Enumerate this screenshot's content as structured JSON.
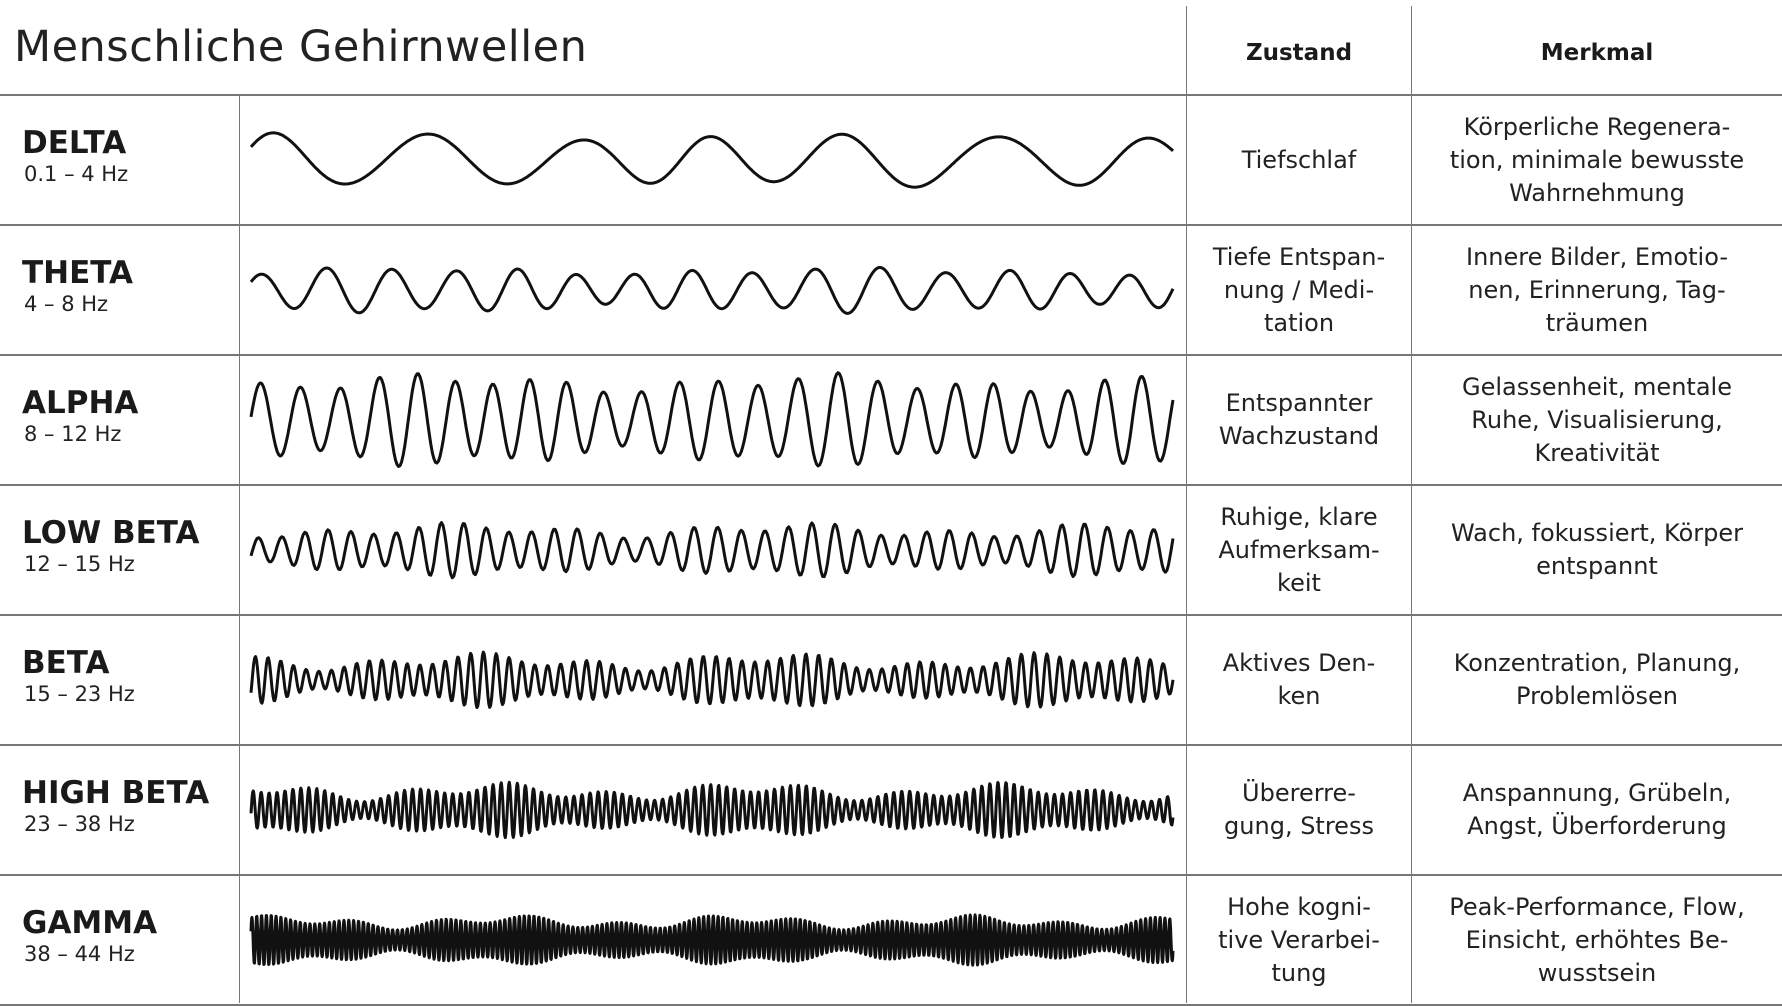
{
  "title": "Menschliche Gehirnwellen",
  "headers": {
    "zustand": "Zustand",
    "merkmal": "Merkmal"
  },
  "rows": [
    {
      "name": "DELTA",
      "range": "0.1 – 4 Hz",
      "zustand": "Tiefschlaf",
      "merkmal": "Körperliche Regenera-\ntion, minimale bewusste\nWahrnehmung",
      "cycles": 6.5,
      "amp": 0.5,
      "mod": 0.3,
      "seed": 1
    },
    {
      "name": "THETA",
      "range": "4 – 8 Hz",
      "zustand": "Tiefe Entspan-\nnung / Medi-\ntation",
      "merkmal": "Innere Bilder, Emotio-\nnen, Erinnerung, Tag-\nträumen",
      "cycles": 15,
      "amp": 0.42,
      "mod": 0.4,
      "seed": 2
    },
    {
      "name": "ALPHA",
      "range": "8 – 12 Hz",
      "zustand": "Entspannter\nWachzustand",
      "merkmal": "Gelassenheit, mentale\nRuhe, Visualisierung,\nKreativität",
      "cycles": 24,
      "amp": 0.85,
      "mod": 0.45,
      "seed": 3
    },
    {
      "name": "LOW BETA",
      "range": "12 – 15 Hz",
      "zustand": "Ruhige, klare\nAufmerksam-\nkeit",
      "merkmal": "Wach, fokussiert, Körper\nentspannt",
      "cycles": 40,
      "amp": 0.5,
      "mod": 0.6,
      "seed": 4
    },
    {
      "name": "BETA",
      "range": "15 – 23 Hz",
      "zustand": "Aktives Den-\nken",
      "merkmal": "Konzentration, Planung,\nProblemlösen",
      "cycles": 72,
      "amp": 0.5,
      "mod": 0.7,
      "seed": 5
    },
    {
      "name": "HIGH BETA",
      "range": "23 – 38 Hz",
      "zustand": "Übererre-\ngung, Stress",
      "merkmal": "Anspannung, Grübeln,\nAngst, Überforderung",
      "cycles": 115,
      "amp": 0.5,
      "mod": 0.7,
      "seed": 6
    },
    {
      "name": "GAMMA",
      "range": "38 – 44 Hz",
      "zustand": "Hohe kogni-\ntive Verarbei-\ntung",
      "merkmal": "Peak-Performance, Flow,\nEinsicht, erhöhtes Be-\nwusstsein",
      "cycles": 190,
      "amp": 0.45,
      "mod": 0.6,
      "seed": 7
    }
  ]
}
